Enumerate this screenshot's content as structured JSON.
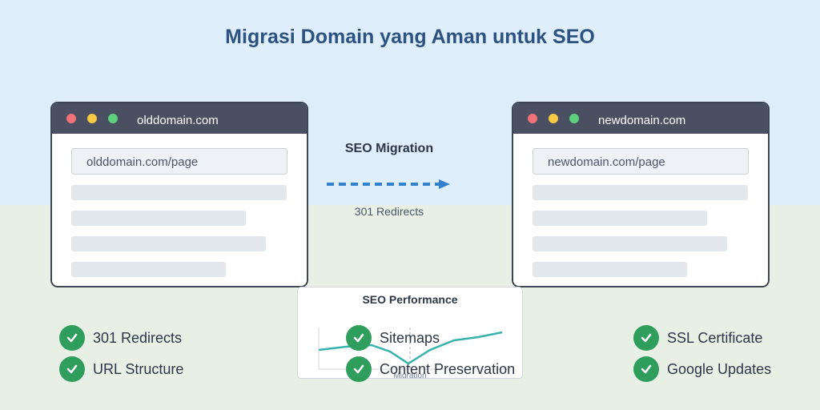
{
  "title": "Migrasi Domain yang Aman untuk SEO",
  "old_browser": {
    "domain": "olddomain.com",
    "url": "olddomain.com/page"
  },
  "new_browser": {
    "domain": "newdomain.com",
    "url": "newdomain.com/page"
  },
  "migration": {
    "label": "SEO Migration",
    "sublabel": "301 Redirects"
  },
  "performance_chart": {
    "title": "SEO Performance",
    "marker_label": "Migration"
  },
  "checklist": {
    "left": [
      "301 Redirects",
      "URL Structure"
    ],
    "center": [
      "Sitemaps",
      "Content Preservation"
    ],
    "right": [
      "SSL Certificate",
      "Google Updates"
    ]
  },
  "colors": {
    "title": "#2c5282",
    "arrow": "#3182ce",
    "check": "#2f9e5c",
    "perf_line": "#38b2ac",
    "browser_bar": "#4a5062"
  },
  "icons": {
    "check": "check-circle-icon",
    "arrow": "dashed-arrow-right-icon"
  }
}
